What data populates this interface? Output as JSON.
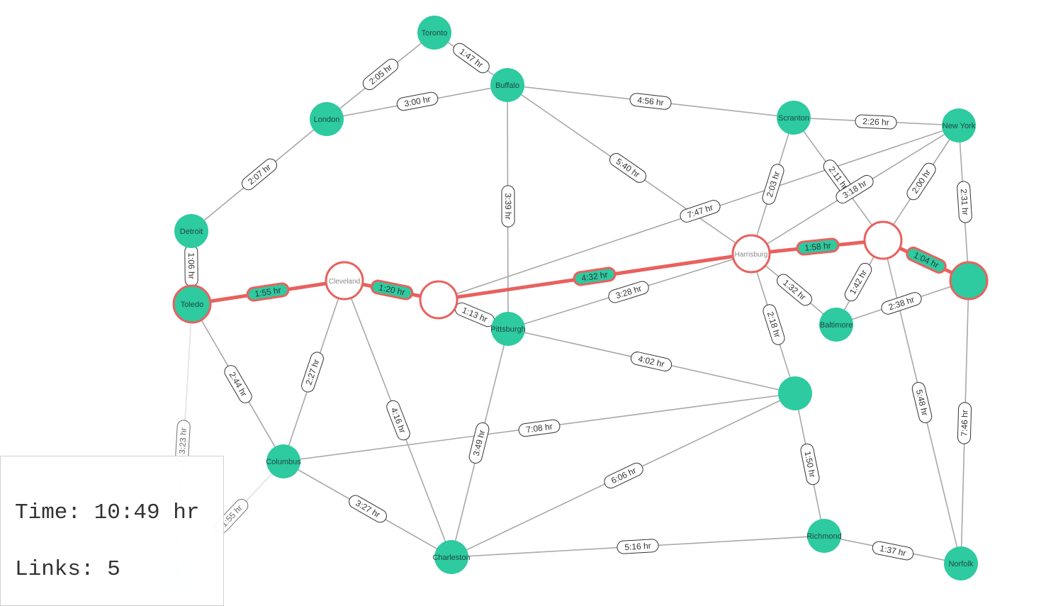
{
  "colors": {
    "node": "#2ecaa0",
    "path": "#e8615e",
    "edge": "#a8a8a8"
  },
  "info": {
    "time_label": "Time:",
    "time_value": "10:49 hr",
    "links_label": "Links:",
    "links_value": "5"
  },
  "nodes": [
    {
      "id": "toronto",
      "label": "Toronto"
    },
    {
      "id": "buffalo",
      "label": "Buffalo"
    },
    {
      "id": "london",
      "label": "London"
    },
    {
      "id": "scranton",
      "label": "Scranton"
    },
    {
      "id": "newyork",
      "label": "New York"
    },
    {
      "id": "detroit",
      "label": "Detroit"
    },
    {
      "id": "toledo",
      "label": "Toledo",
      "path": true
    },
    {
      "id": "cleveland",
      "label": "Cleveland",
      "hollow": true
    },
    {
      "id": "c1",
      "label": "",
      "hollow": true
    },
    {
      "id": "harrisburg",
      "label": "Harrisburg",
      "hollow": true
    },
    {
      "id": "c2",
      "label": "",
      "hollow": true
    },
    {
      "id": "c3",
      "label": "",
      "path": true
    },
    {
      "id": "pittsburgh",
      "label": "Pittsburgh"
    },
    {
      "id": "baltimore",
      "label": "Baltimore"
    },
    {
      "id": "c4",
      "label": ""
    },
    {
      "id": "columbus",
      "label": "Columbus"
    },
    {
      "id": "charleston",
      "label": "Charleston"
    },
    {
      "id": "richmond",
      "label": "Richmond"
    },
    {
      "id": "norfolk",
      "label": "Norfolk"
    },
    {
      "id": "c5",
      "label": "",
      "faded": true
    }
  ],
  "edges": [
    {
      "from": "toronto",
      "to": "buffalo",
      "label": "1:47 hr"
    },
    {
      "from": "toronto",
      "to": "london",
      "label": "2:05 hr"
    },
    {
      "from": "london",
      "to": "buffalo",
      "label": "3:00 hr"
    },
    {
      "from": "buffalo",
      "to": "scranton",
      "label": "4:56 hr"
    },
    {
      "from": "scranton",
      "to": "newyork",
      "label": "2:26 hr"
    },
    {
      "from": "london",
      "to": "detroit",
      "label": "2:07 hr"
    },
    {
      "from": "buffalo",
      "to": "harrisburg",
      "label": "5:40 hr"
    },
    {
      "from": "buffalo",
      "to": "pittsburgh",
      "label": "3:39 hr"
    },
    {
      "from": "c1",
      "to": "newyork",
      "label": "7:47 hr"
    },
    {
      "from": "scranton",
      "to": "harrisburg",
      "label": "2:03 hr"
    },
    {
      "from": "scranton",
      "to": "c2",
      "label": "2:11 hr"
    },
    {
      "from": "harrisburg",
      "to": "newyork",
      "label": "3:18 hr"
    },
    {
      "from": "c2",
      "to": "newyork",
      "label": "2:00 hr"
    },
    {
      "from": "newyork",
      "to": "c3",
      "label": "2:31 hr"
    },
    {
      "from": "detroit",
      "to": "toledo",
      "label": "1:06 hr"
    },
    {
      "from": "toledo",
      "to": "cleveland",
      "label": "1:55 hr",
      "hl": true
    },
    {
      "from": "cleveland",
      "to": "c1",
      "label": "1:20 hr",
      "hl": true
    },
    {
      "from": "c1",
      "to": "harrisburg",
      "label": "4:32 hr",
      "hl": true
    },
    {
      "from": "harrisburg",
      "to": "c2",
      "label": "1:58 hr",
      "hl": true
    },
    {
      "from": "c2",
      "to": "c3",
      "label": "1:04 hr",
      "hl": true
    },
    {
      "from": "c1",
      "to": "pittsburgh",
      "label": "1:13 hr"
    },
    {
      "from": "pittsburgh",
      "to": "harrisburg",
      "label": "3:28 hr"
    },
    {
      "from": "harrisburg",
      "to": "baltimore",
      "label": "1:32 hr"
    },
    {
      "from": "baltimore",
      "to": "c2",
      "label": "1:42 hr"
    },
    {
      "from": "baltimore",
      "to": "c3",
      "label": "2:38 hr"
    },
    {
      "from": "harrisburg",
      "to": "c4",
      "label": "2:18 hr"
    },
    {
      "from": "pittsburgh",
      "to": "c4",
      "label": "4:02 hr"
    },
    {
      "from": "c2",
      "to": "norfolk",
      "label": "5:48 hr"
    },
    {
      "from": "c3",
      "to": "norfolk",
      "label": "7:46 hr"
    },
    {
      "from": "toledo",
      "to": "columbus",
      "label": "2:44 hr"
    },
    {
      "from": "cleveland",
      "to": "columbus",
      "label": "2:27 hr"
    },
    {
      "from": "cleveland",
      "to": "charleston",
      "label": "4:16 hr"
    },
    {
      "from": "pittsburgh",
      "to": "charleston",
      "label": "3:49 hr"
    },
    {
      "from": "columbus",
      "to": "c4",
      "label": "7:08 hr"
    },
    {
      "from": "charleston",
      "to": "c4",
      "label": "6:06 hr"
    },
    {
      "from": "c4",
      "to": "richmond",
      "label": "1:50 hr"
    },
    {
      "from": "columbus",
      "to": "charleston",
      "label": "3:27 hr"
    },
    {
      "from": "charleston",
      "to": "richmond",
      "label": "5:16 hr"
    },
    {
      "from": "richmond",
      "to": "norfolk",
      "label": "1:37 hr"
    },
    {
      "from": "toledo",
      "to": "c5",
      "label": "3:23 hr"
    },
    {
      "from": "columbus",
      "to": "c5",
      "label": "1:55 hr"
    }
  ]
}
